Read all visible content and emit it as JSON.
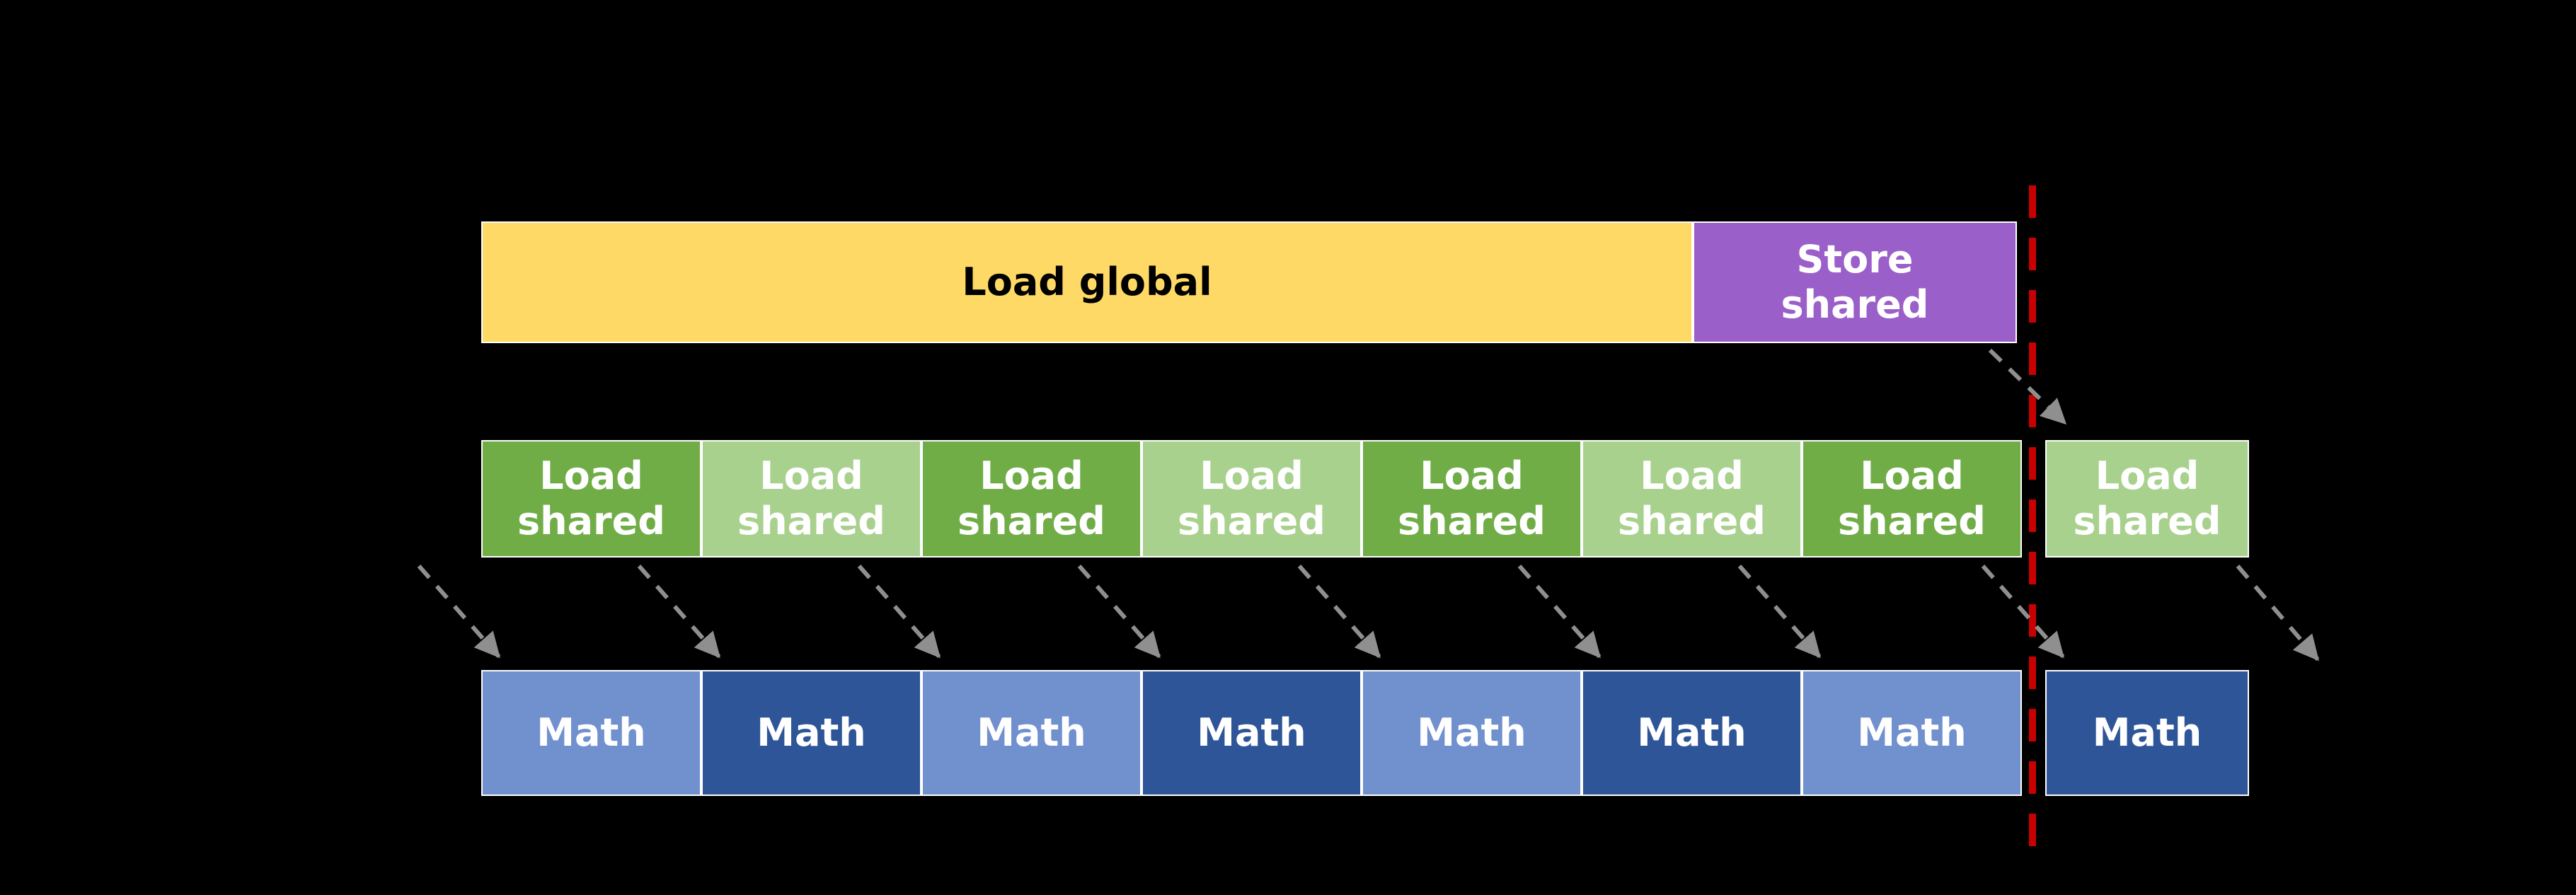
{
  "blocks": {
    "load_global": {
      "label": "Load global",
      "fill": "#FFD966",
      "text_color": "#000000"
    },
    "store_shared": {
      "label": "Store\nshared",
      "fill": "#9A5FC9",
      "text_color": "#FFFFFF"
    },
    "load_shared": [
      {
        "label": "Load\nshared",
        "variant": "dark"
      },
      {
        "label": "Load\nshared",
        "variant": "light"
      },
      {
        "label": "Load\nshared",
        "variant": "dark"
      },
      {
        "label": "Load\nshared",
        "variant": "light"
      },
      {
        "label": "Load\nshared",
        "variant": "dark"
      },
      {
        "label": "Load\nshared",
        "variant": "light"
      },
      {
        "label": "Load\nshared",
        "variant": "dark"
      },
      {
        "label": "Load\nshared",
        "variant": "light"
      }
    ],
    "math": [
      {
        "label": "Math",
        "variant": "light"
      },
      {
        "label": "Math",
        "variant": "dark"
      },
      {
        "label": "Math",
        "variant": "light"
      },
      {
        "label": "Math",
        "variant": "dark"
      },
      {
        "label": "Math",
        "variant": "light"
      },
      {
        "label": "Math",
        "variant": "dark"
      },
      {
        "label": "Math",
        "variant": "light"
      },
      {
        "label": "Math",
        "variant": "dark"
      }
    ]
  },
  "colors": {
    "background": "#000000",
    "load_global_fill": "#FFD966",
    "store_shared_fill": "#9A5FC9",
    "load_shared_dark_fill": "#70AD47",
    "load_shared_light_fill": "#A9D18E",
    "math_light_fill": "#7191CE",
    "math_dark_fill": "#2E5597",
    "block_border": "#FFFFFF",
    "arrow": "#8F8F8F",
    "barrier_line": "#C80000"
  },
  "icons": {
    "dependency_arrow": "dashed-diagonal-arrow",
    "barrier": "red-dashed-vertical-line"
  }
}
